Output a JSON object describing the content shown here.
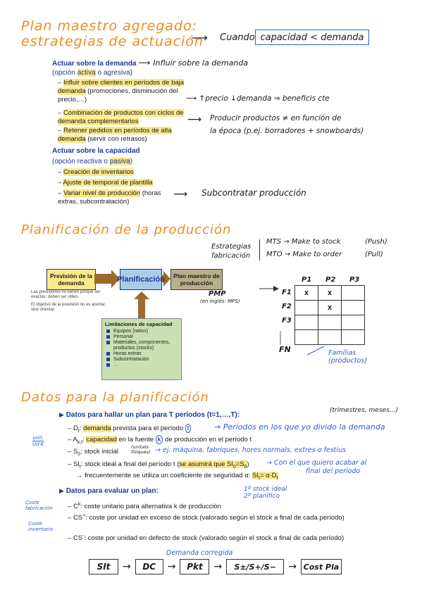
{
  "section1": {
    "title_line1": "Plan maestro agregado:",
    "title_line2": "estrategias de actuación",
    "when": "Cuando",
    "condition": "capacidad < demanda",
    "demand_heading": "Actuar sobre la demanda",
    "demand_note": "Influir sobre la demanda",
    "option_active_pre": "(opción ",
    "option_active_word": "activa",
    "option_active_post": " o agresiva)",
    "item1_hl": "Influir sobre clientes en períodos de baja demanda",
    "item1_rest": " (promociones, disminución del precio,…)",
    "item1_note": "↑precio  ↓demanda  ⇒  beneficis cte",
    "item2_hl": "Combinación de productos con ciclos de demanda complementarios",
    "item2_note_line1": "Producir productos ≠ en función de",
    "item2_note_line2": "la época (p.ej. borradores + snowboards)",
    "item3_hl": "Retener pedidos en períodos de alta demanda",
    "item3_rest": " (servir con retrasos)",
    "capacity_heading": "Actuar sobre la capacidad",
    "option_passive_pre": "(opción reactiva o ",
    "option_passive_word": "pasiva",
    "option_passive_post": ")",
    "cap_item1": "Creación de inventarios",
    "cap_item2": "Ajuste de temporal de plantilla",
    "cap_item3_hl": "Variar nivel de producción",
    "cap_item3_rest": " (horas extras, subcontratación)",
    "cap_item3_note": "Subcontratar producción"
  },
  "section2": {
    "title": "Planificación de la producción",
    "strategies_line1": "Estrategias",
    "strategies_line2": "fabricación",
    "mts": "MTS → Make to stock",
    "mts_tag": "(Push)",
    "mto": "MTO → Make to order",
    "mto_tag": "(Pull)",
    "forecast_box": "Previsión de la demanda",
    "forecast_note1": "Las previsiones no tienen porque ser exactas: deben ser útiles.",
    "forecast_note2": "El objetivo de la previsión no es acertar, sino orientar.",
    "planning_box": "Planificación",
    "master_box": "Plan maestro de producción",
    "pmp": "PMP",
    "pmp_sub": "(en inglés: MPS)",
    "cap_limits_title": "Limitaciones de capacidad",
    "cap_limits": [
      "Equipos (ratios)",
      "Personal",
      "Materiales, componentes, productos (stocks)",
      "Horas extras",
      "Subcontratación",
      "…"
    ],
    "grid_cols": [
      "P1",
      "P2",
      "P3"
    ],
    "grid_rows": [
      "F1",
      "F2",
      "F3",
      "",
      "",
      "FN"
    ],
    "mark": "x",
    "families_line1": "Famílias",
    "families_line2": "(productos)"
  },
  "section3": {
    "title": "Datos para la planificación",
    "head1": "Datos para hallar un plan para T períodos (t=1,…,T):",
    "periods_note": "(trimestres, meses…)",
    "d_pre": "D",
    "d_sub": "t",
    "d_colon": ": ",
    "d_hl": "demanda",
    "d_rest": " prevista para el período ",
    "d_t": "t",
    "d_note": "Períodos en los que yo divido la demanda",
    "units_note1": "unit.",
    "units_note2": "Ud·K",
    "a_pre": "A",
    "a_sub": "k,t",
    "a_colon": ": ",
    "a_hl": "capacidad",
    "a_rest1": " en la fuente ",
    "a_k": "k",
    "a_rest2": " de producción en el período t",
    "a_note": "ej. máquina, fabriques, hores normals, extres o festius",
    "s0_pre": "S",
    "s0_sub": "0",
    "s0_rest": ": stock inicial",
    "s0_units1": "(unitats",
    "s0_units2": "físiques)",
    "si_pre": "SI",
    "si_sub": "t",
    "si_rest": ": stock ideal a final del período t (",
    "si_hl": "se asumirá que SI",
    "si_hl2": "=S",
    "si_close": ")",
    "si_note1": "Con el que quiero acabar al",
    "si_note2": "final del período",
    "frequent": "→ frecuentemente se utiliza un coeficiente de seguridad α: ",
    "frequent_hl": "SI",
    "frequent_hl2": "= α·D",
    "stock_note1": "1º stock ideal",
    "stock_note2": "2º planifico",
    "head2": "Datos para evaluar un plan:",
    "cost_fab1": "Coste",
    "cost_fab2": "fabricación",
    "ck": "C",
    "ck_sup": "k",
    "ck_rest": ": coste unitario para alternativa k de producción",
    "cost_inv1": "Coste",
    "cost_inv2": "inventario",
    "csp": "CS",
    "csp_sup": "+",
    "csp_rest": ": coste por unidad en exceso de stock (valorado según el stock a final de cada período)",
    "csm": "CS",
    "csm_sup": "-",
    "csm_rest": ": coste por unidad en defecto de stock (valorado según el stock a final de cada período)",
    "flow_note": "Demanda corregida",
    "flow": [
      "SIt",
      "DC",
      "Pkt",
      "S±/S+/S−",
      "Cost Pla"
    ]
  },
  "colors": {
    "title_orange": "#f08a1c",
    "heading_navy": "#1f3a93",
    "highlight": "#fbe98a",
    "forecast_box": "#fbe98a",
    "planning_box": "#a8cdea",
    "master_box": "#b9ae8a",
    "limits_box": "#c9e0b3",
    "arrow_brown": "#9c6a2c",
    "pen_blue": "#2f5fd0"
  }
}
